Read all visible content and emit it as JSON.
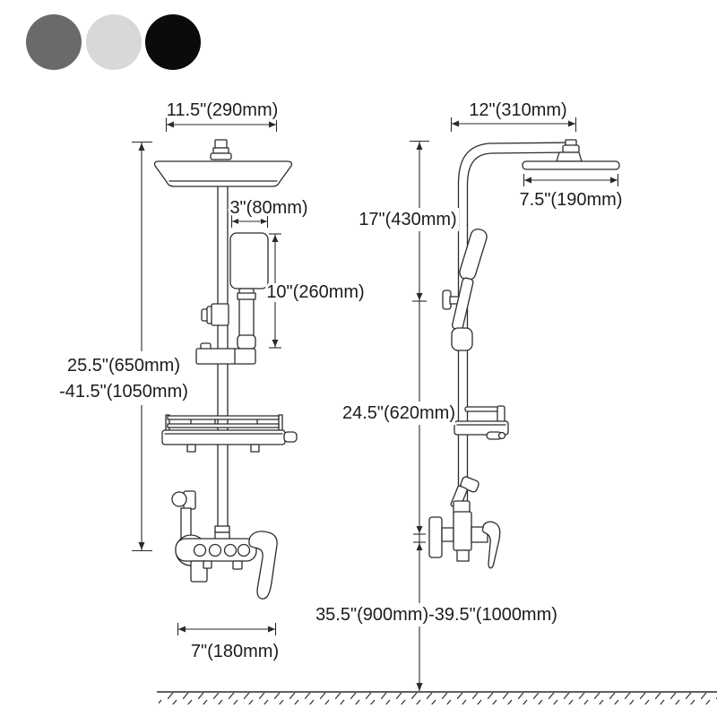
{
  "page": {
    "background": "#ffffff",
    "line_color": "#2b2b2b",
    "text_color": "#1c1c1c"
  },
  "color_swatches": {
    "items": [
      {
        "name": "gray",
        "color": "#6a6a6a"
      },
      {
        "name": "light-gray",
        "color": "#d8d8d8"
      },
      {
        "name": "black",
        "color": "#0b0b0b"
      }
    ]
  },
  "front_view": {
    "dimensions": {
      "head_width": "11.5\"(290mm)",
      "hand_shower_width": "3\"(80mm)",
      "hand_shower_height": "10\"(260mm)",
      "column_height_line1": "25.5\"(650mm)",
      "column_height_line2": "-41.5\"(1050mm)",
      "faucet_width": "7\"(180mm)"
    }
  },
  "side_view": {
    "dimensions": {
      "arm_reach": "12\"(310mm)",
      "head_depth": "7.5\"(190mm)",
      "head_to_slider": "17\"(430mm)",
      "slider_to_valve": "24.5\"(620mm)",
      "valve_to_floor": "35.5\"(900mm)-39.5\"(1000mm)"
    }
  }
}
